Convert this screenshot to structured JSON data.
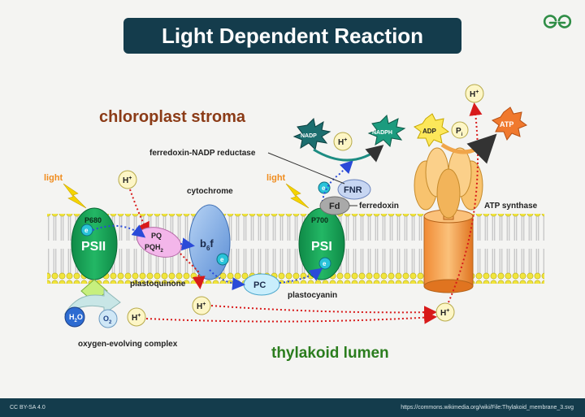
{
  "title": "Light Dependent Reaction",
  "brand_logo": "gfg-logo-icon",
  "regions": {
    "stroma": "chloroplast stroma",
    "lumen": "thylakoid lumen"
  },
  "labels": {
    "light_left": "light",
    "light_right": "light",
    "psii": "PSII",
    "p680": "P680",
    "psi": "PSI",
    "p700": "P700",
    "pq": "PQ",
    "pqh2": "PQH",
    "sub2": "2",
    "plastoquinone": "plastoquinone",
    "cytochrome": "cytochrome",
    "b6f": "b",
    "sub6": "6",
    "f": "f",
    "pc": "PC",
    "plastocyanin": "plastocyanin",
    "fd": "Fd",
    "ferredoxin": "ferredoxin",
    "fnr": "FNR",
    "fnr_full": "ferredoxin-NADP reductase",
    "nadp": "NADP",
    "nadph": "NADPH",
    "adp": "ADP",
    "pi": "P",
    "pi_sub": "i",
    "atp": "ATP",
    "atp_synthase": "ATP synthase",
    "h2o": "H",
    "h2o_sub": "2",
    "h2o_o": "O",
    "o2": "O",
    "o2_sub": "2",
    "oxygen_complex": "oxygen-evolving complex",
    "h": "H",
    "plus": "+",
    "e": "e"
  },
  "footer": {
    "license": "CC BY-SA 4.0",
    "source": "https://commons.wikimedia.org/wiki/File:Thylakoid_membrane_3.svg"
  },
  "colors": {
    "navy": "#143c4c",
    "stroma_text": "#8b3b17",
    "lumen_text": "#2b7d1e",
    "psii_green": "#18a15a",
    "psi_green": "#18a15a",
    "cytochrome_blue": "#8fb6e6",
    "pq_pink": "#f3b6ea",
    "pc_cyan": "#c9eefc",
    "atp_orange": "#f5a53c",
    "h_yellow": "#fdf6c6",
    "electron_cyan": "#29c3d9",
    "nadp_teal": "#1c6e6f",
    "nadph_teal": "#1c9b7e",
    "atp_red": "#f0792e"
  }
}
